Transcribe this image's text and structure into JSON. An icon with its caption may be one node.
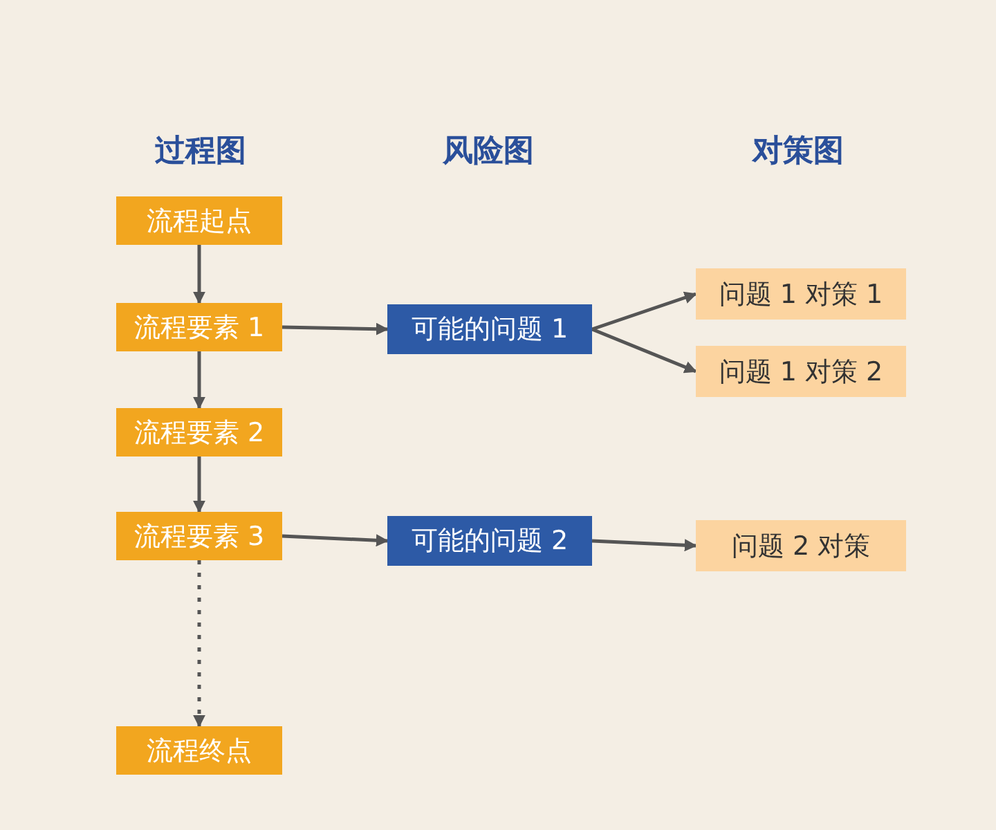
{
  "diagram": {
    "nodes": [
      {
        "text": [
          "流程起点"
        ]
      },
      {
        "text": [
          "流程要素 1"
        ]
      },
      {
        "text": [
          "流程要素 2"
        ]
      },
      {
        "text": [
          "流程要素 3"
        ]
      },
      {
        "text": [
          "流程终点"
        ]
      },
      {
        "text": [
          "可能的问题 1"
        ]
      },
      {
        "text": [
          "可能的问题 2"
        ]
      },
      {
        "text": [
          "问题 1 对策 1"
        ]
      },
      {
        "text": [
          "问题 1 对策 2"
        ]
      },
      {
        "text": [
          "问题 2 对策"
        ]
      }
    ],
    "edges": [
      {
        "from": 0,
        "to": 1,
        "arrow": "to"
      },
      {
        "from": 1,
        "to": 2,
        "arrow": "to"
      },
      {
        "from": 2,
        "to": 3,
        "arrow": "to"
      },
      {
        "from": 3,
        "to": 4,
        "arrow": "to",
        "style": "dashed"
      },
      {
        "from": 1,
        "to": 5,
        "arrow": "to"
      },
      {
        "from": 3,
        "to": 6,
        "arrow": "to"
      },
      {
        "from": 5,
        "to": 7,
        "arrow": "to"
      },
      {
        "from": 5,
        "to": 8,
        "arrow": "to"
      },
      {
        "from": 6,
        "to": 9,
        "arrow": "to"
      }
    ],
    "labels": [
      "过程图",
      "风险图",
      "对策图"
    ]
  }
}
